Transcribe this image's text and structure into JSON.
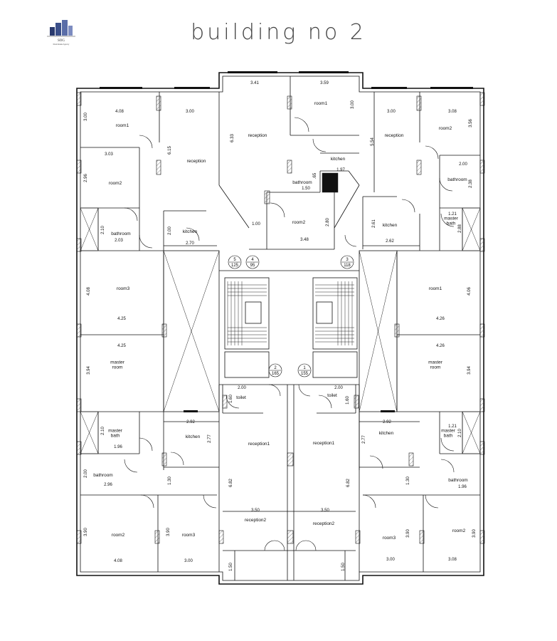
{
  "title": "building no 2",
  "logo": {
    "mark": "SOG",
    "tagline": "Real Estate Agency"
  },
  "rooms": [
    {
      "key": "tl_room1",
      "label": "room1"
    },
    {
      "key": "tl_room2",
      "label": "room2"
    },
    {
      "key": "tl_bath",
      "label": "bathroom"
    },
    {
      "key": "tl_reception",
      "label": "reception"
    },
    {
      "key": "tl_kitchen",
      "label": "kitchen"
    },
    {
      "key": "tl_room3",
      "label": "room3"
    },
    {
      "key": "tl_master",
      "label": "master\nroom"
    },
    {
      "key": "tc_reception",
      "label": "reception"
    },
    {
      "key": "tc_room1",
      "label": "room1"
    },
    {
      "key": "tc_kitchen",
      "label": "kitchen"
    },
    {
      "key": "tc_bath",
      "label": "bathroom"
    },
    {
      "key": "tc_room2",
      "label": "room2"
    },
    {
      "key": "tr_reception",
      "label": "reception"
    },
    {
      "key": "tr_room2",
      "label": "room2"
    },
    {
      "key": "tr_bath",
      "label": "bathroom"
    },
    {
      "key": "tr_masterbath",
      "label": "master\nbath"
    },
    {
      "key": "tr_kitchen",
      "label": "kitchen"
    },
    {
      "key": "tr_room1",
      "label": "room1"
    },
    {
      "key": "tr_master",
      "label": "master\nroom"
    },
    {
      "key": "bl_masterbath",
      "label": "master\nbath"
    },
    {
      "key": "bl_kitchen",
      "label": "kitchen"
    },
    {
      "key": "bl_bath",
      "label": "bathroom"
    },
    {
      "key": "bl_room2",
      "label": "room2"
    },
    {
      "key": "bl_room3",
      "label": "room3"
    },
    {
      "key": "bc_toilet_l",
      "label": "toilet"
    },
    {
      "key": "bc_toilet_r",
      "label": "toilet"
    },
    {
      "key": "bc_reception1_l",
      "label": "reception1"
    },
    {
      "key": "bc_reception1_r",
      "label": "reception1"
    },
    {
      "key": "bc_reception2_l",
      "label": "reception2"
    },
    {
      "key": "bc_reception2_r",
      "label": "reception2"
    },
    {
      "key": "br_kitchen",
      "label": "kitchen"
    },
    {
      "key": "br_masterbath",
      "label": "master\nbath"
    },
    {
      "key": "br_bath",
      "label": "bathroom"
    },
    {
      "key": "br_room3",
      "label": "room3"
    },
    {
      "key": "br_room2",
      "label": "room2"
    }
  ],
  "dimensions": [
    "4.08",
    "3.00",
    "3.00",
    "3.03",
    "2.96",
    "2.10",
    "2.03",
    "6.15",
    "2.00",
    "2.70",
    "6.33",
    "3.41",
    "3.59",
    "3.00",
    "1.97",
    ".65",
    "1.50",
    "1.00",
    "2.80",
    "3.48",
    "3.00",
    "3.08",
    "5.54",
    "3.56",
    "2.00",
    "2.38",
    "1.21",
    "2.88",
    "2.61",
    "2.62",
    "4.08",
    "4.25",
    "4.25",
    "3.94",
    "4.26",
    "4.26",
    "4.06",
    "3.94",
    "2.10",
    "1.96",
    "2.00",
    "2.96",
    "2.92",
    "2.77",
    "1.30",
    "6.82",
    "2.00",
    "1.60",
    "3.50",
    "3.90",
    "3.90",
    "3.00",
    "4.08",
    "1.50",
    "2.00",
    "1.60",
    "2.92",
    "2.77",
    "6.82",
    "3.50",
    "1.30",
    "2.10",
    "1.21",
    "1.96",
    "3.90",
    "3.90",
    "3.00",
    "3.08",
    "1.50"
  ],
  "units": [
    {
      "num": "5",
      "area": "125"
    },
    {
      "num": "4",
      "area": "95"
    },
    {
      "num": "3",
      "area": "118"
    },
    {
      "num": "2",
      "area": "165"
    },
    {
      "num": "1",
      "area": "155"
    }
  ]
}
